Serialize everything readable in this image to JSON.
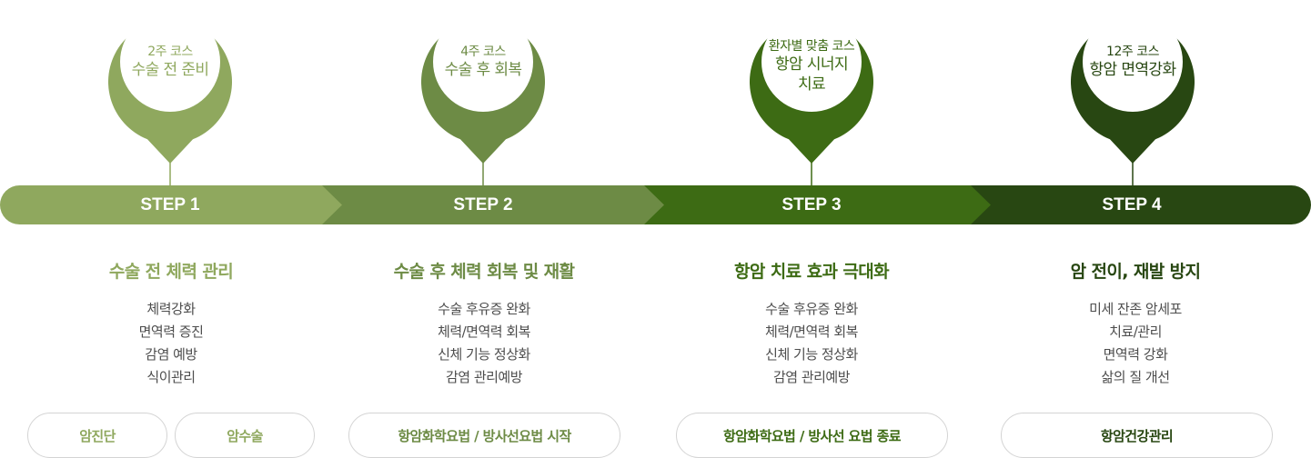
{
  "colors": {
    "step1": "#8fa85e",
    "step2": "#6d8b45",
    "step3": "#3d6b14",
    "step4": "#284712",
    "text_gray": "#4d4d4d",
    "pill_border": "#d4d4d4"
  },
  "steps": [
    {
      "label": "STEP 1",
      "pin_small": "2주 코스",
      "pin_big": [
        "수술 전 준비"
      ],
      "title": "수술 전 체력 관리",
      "items": [
        "체력강화",
        "면역력 증진",
        "감염 예방",
        "식이관리"
      ],
      "buttons": [
        "암진단",
        "암수술"
      ]
    },
    {
      "label": "STEP 2",
      "pin_small": "4주 코스",
      "pin_big": [
        "수술 후 회복"
      ],
      "title": "수술 후 체력 회복 및 재활",
      "items": [
        "수술 후유증 완화",
        "체력/면역력 회복",
        "신체 기능 정상화",
        "감염 관리예방"
      ],
      "buttons": [
        "항암화학요법 / 방사선요법 시작"
      ]
    },
    {
      "label": "STEP 3",
      "pin_small": "환자별 맞춤 코스",
      "pin_big": [
        "항암 시너지",
        "치료"
      ],
      "title": "항암 치료 효과 극대화",
      "items": [
        "수술 후유증 완화",
        "체력/면역력 회복",
        "신체 기능 정상화",
        "감염 관리예방"
      ],
      "buttons": [
        "항암화학요법 / 방사선 요법 종료"
      ]
    },
    {
      "label": "STEP 4",
      "pin_small": "12주 코스",
      "pin_big": [
        "항암 면역강화"
      ],
      "title": "암 전이, 재발 방지",
      "items": [
        "미세 잔존 암세포",
        "치료/관리",
        "면역력 강화",
        "삶의 질 개선"
      ],
      "buttons": [
        "항암건강관리"
      ]
    }
  ]
}
